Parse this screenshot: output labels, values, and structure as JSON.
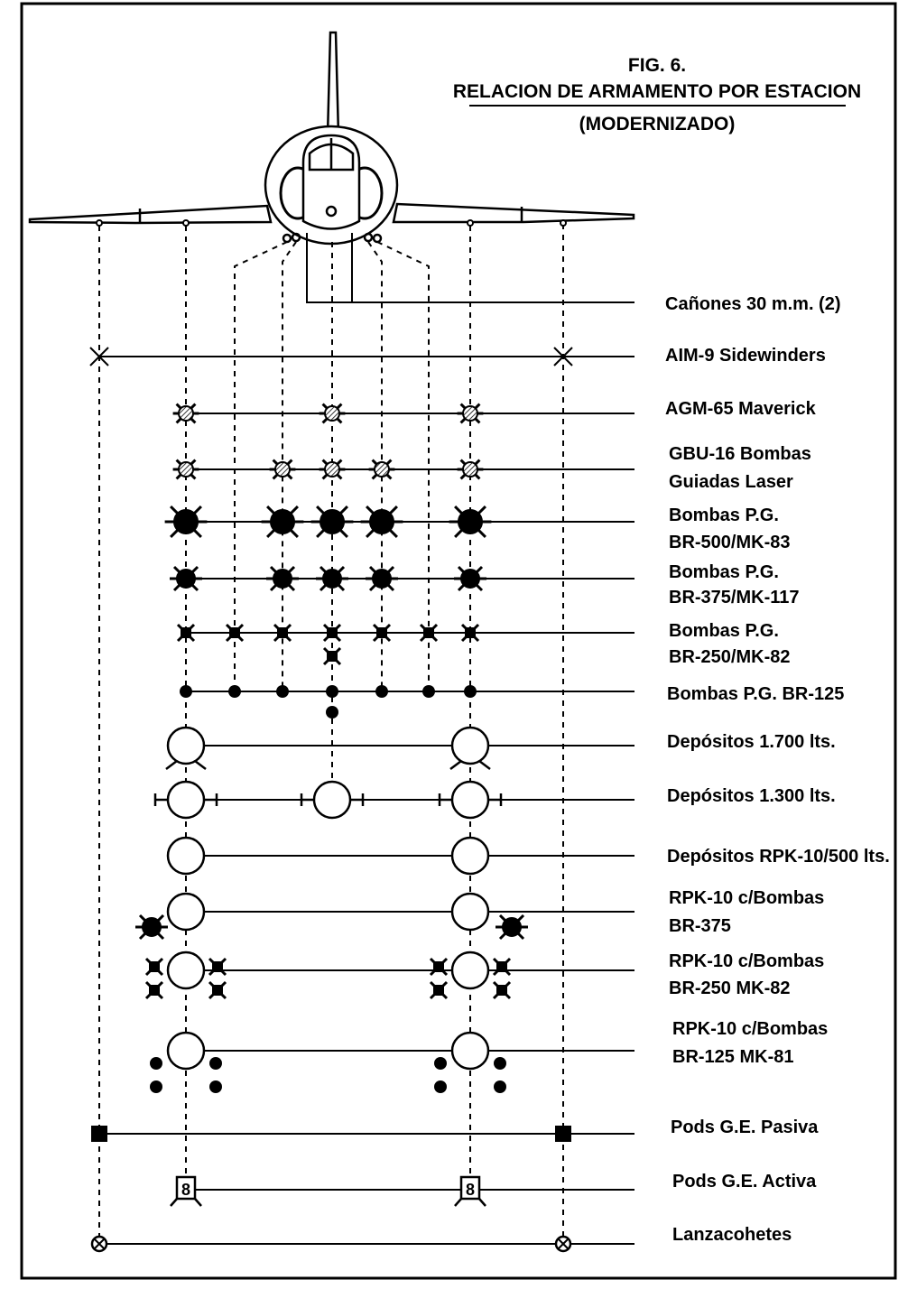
{
  "figure": {
    "number": "FIG. 6.",
    "title": "RELACION DE ARMAMENTO POR ESTACION",
    "subtitle": "(MODERNIZADO)"
  },
  "stations": [
    {
      "id": "w1",
      "kind": "wing"
    },
    {
      "id": "w2",
      "kind": "wing"
    },
    {
      "id": "f1",
      "kind": "fuselage"
    },
    {
      "id": "f2",
      "kind": "fuselage"
    },
    {
      "id": "c",
      "kind": "centerline"
    },
    {
      "id": "f3",
      "kind": "fuselage"
    },
    {
      "id": "f4",
      "kind": "fuselage"
    },
    {
      "id": "w3",
      "kind": "wing"
    },
    {
      "id": "w4",
      "kind": "wing"
    }
  ],
  "rows": [
    {
      "id": "guns",
      "label": [
        "Cañones 30 m.m. (2)"
      ],
      "symbol": "gun",
      "stations": []
    },
    {
      "id": "aim9",
      "label": [
        "AIM-9 Sidewinders"
      ],
      "symbol": "cross",
      "stations": [
        "w1",
        "w4"
      ]
    },
    {
      "id": "agm65",
      "label": [
        "AGM-65 Maverick"
      ],
      "symbol": "maverick",
      "stations": [
        "w2",
        "c",
        "w3"
      ]
    },
    {
      "id": "gbu16",
      "label": [
        "GBU-16 Bombas",
        "Guiadas Laser"
      ],
      "symbol": "gbu",
      "stations": [
        "w2",
        "f2",
        "c",
        "f3",
        "w3"
      ]
    },
    {
      "id": "br500",
      "label": [
        "Bombas P.G.",
        "BR-500/MK-83"
      ],
      "symbol": "bomb-large",
      "stations": [
        "w2",
        "f2",
        "c",
        "f3",
        "w3"
      ]
    },
    {
      "id": "br375",
      "label": [
        "Bombas P.G.",
        "BR-375/MK-117"
      ],
      "symbol": "bomb-medium",
      "stations": [
        "w2",
        "f2",
        "c",
        "f3",
        "w3"
      ]
    },
    {
      "id": "br250",
      "label": [
        "Bombas P.G.",
        "BR-250/MK-82"
      ],
      "symbol": "bomb-small",
      "stations": [
        "w2",
        "f1",
        "f2",
        "c",
        "f3",
        "f4",
        "w3"
      ],
      "extra_centerline": 1
    },
    {
      "id": "br125",
      "label": [
        "Bombas P.G. BR-125"
      ],
      "symbol": "dot",
      "stations": [
        "w2",
        "f1",
        "f2",
        "c",
        "f3",
        "f4",
        "w3"
      ],
      "extra_centerline": 1
    },
    {
      "id": "dep1700",
      "label": [
        "Depósitos 1.700 lts."
      ],
      "symbol": "tank-1700",
      "stations": [
        "w2",
        "w3"
      ]
    },
    {
      "id": "dep1300",
      "label": [
        "Depósitos 1.300 lts."
      ],
      "symbol": "tank-1300",
      "stations": [
        "w2",
        "c",
        "w3"
      ]
    },
    {
      "id": "rpk500",
      "label": [
        "Depósitos RPK-10/500 lts."
      ],
      "symbol": "tank-plain",
      "stations": [
        "w2",
        "w3"
      ]
    },
    {
      "id": "rpk375",
      "label": [
        "RPK-10 c/Bombas",
        "BR-375"
      ],
      "symbol": "rpk-375",
      "stations": [
        "w2",
        "w3"
      ]
    },
    {
      "id": "rpk250",
      "label": [
        "RPK-10 c/Bombas",
        "BR-250 MK-82"
      ],
      "symbol": "rpk-250",
      "stations": [
        "w2",
        "w3"
      ]
    },
    {
      "id": "rpk125",
      "label": [
        "RPK-10 c/Bombas",
        "BR-125 MK-81"
      ],
      "symbol": "rpk-125",
      "stations": [
        "w2",
        "w3"
      ]
    },
    {
      "id": "pods-pasiva",
      "label": [
        "Pods G.E. Pasiva"
      ],
      "symbol": "square",
      "stations": [
        "w1",
        "w4"
      ]
    },
    {
      "id": "pods-activa",
      "label": [
        "Pods G.E. Activa"
      ],
      "symbol": "pod",
      "stations": [
        "w2",
        "w3"
      ]
    },
    {
      "id": "lanzacohetes",
      "label": [
        "Lanzacohetes"
      ],
      "symbol": "rocket",
      "stations": [
        "w1",
        "w4"
      ]
    }
  ],
  "colors": {
    "ink": "#000000",
    "paper": "#ffffff",
    "hatch": "#777777"
  }
}
